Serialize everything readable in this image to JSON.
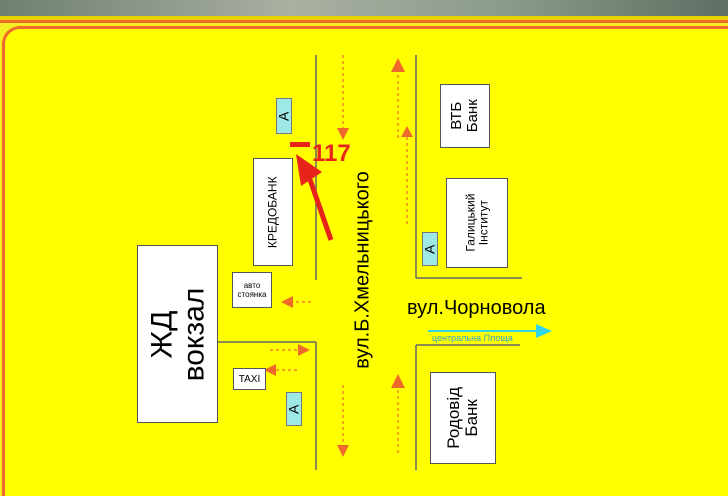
{
  "buildings": {
    "zd_station": {
      "line1": "ЖД",
      "line2": "вокзал"
    },
    "kredobank": "КРЕДОБАНК",
    "parking": {
      "line1": "авто",
      "line2": "стоянка"
    },
    "taxi": "TAXI",
    "vtb": {
      "line1": "ВТБ",
      "line2": "Банк"
    },
    "galician": {
      "line1": "Галицький",
      "line2": "Інститут"
    },
    "rodovid": {
      "line1": "Родовід",
      "line2": "Банк"
    }
  },
  "bus_stops": [
    "A",
    "A",
    "A"
  ],
  "streets": {
    "vertical": "вул.Б.Хмельницького",
    "horizontal": "вул.Чорновола",
    "horizontal_small": "центральна Площа"
  },
  "route_number": "117",
  "colors": {
    "background": "#ffff00",
    "border": "#ef6a2a",
    "route": "#e8231a",
    "bus_stop": "#9ee9e6",
    "accent_arrow": "#30d5e8"
  }
}
